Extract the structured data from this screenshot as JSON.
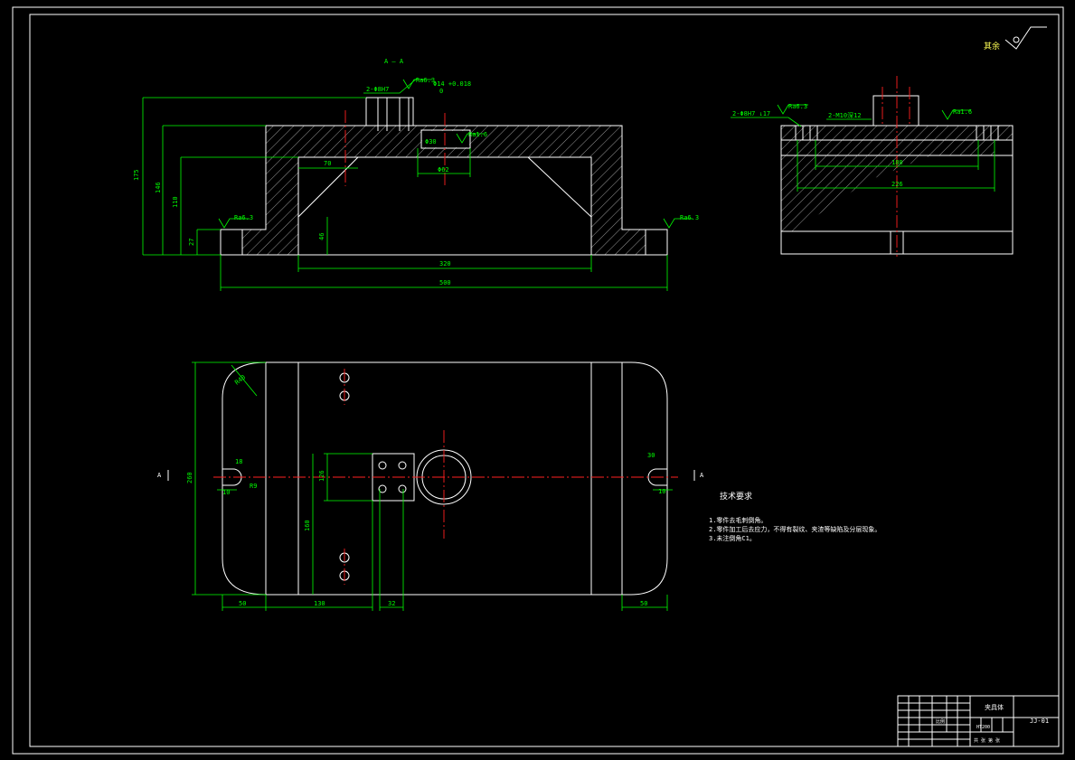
{
  "section_label": "A — A",
  "roughness_note": "其余",
  "surface_marks": {
    "top_left": "Ra6.3",
    "left_step": "Ra6.3",
    "right_step": "Ra6.3",
    "center": "Ra1.6",
    "side_left": "Ra6.3",
    "side_right": "Ra1.6"
  },
  "front_view": {
    "callout_holes": "2-Φ8H7",
    "callout_fit": "Φ14 +0.018",
    "callout_fit_lower": "0",
    "dim_overall_height": "175",
    "dim_146": "146",
    "dim_110": "110",
    "dim_27": "27",
    "dim_70": "70",
    "dim_62": "Φ62",
    "dim_46": "46",
    "dim_320": "320",
    "dim_500": "500",
    "dim_bore": "Φ30"
  },
  "side_view": {
    "callout_left": "2-Φ8H7 ↓17",
    "callout_right": "2-M10深12",
    "dim_180": "180",
    "dim_226": "226"
  },
  "plan_view": {
    "dim_radius": "R40",
    "dim_height": "260",
    "dim_126": "126",
    "dim_160": "160",
    "dim_r_slot": "R9",
    "dim_18": "18",
    "dim_10": "10",
    "dim_50_left": "50",
    "dim_130": "130",
    "dim_32": "32",
    "dim_50_right": "50",
    "dim_30": "30",
    "dim_10_right": "10",
    "section_marker": "A"
  },
  "tech_requirements": {
    "title": "技术要求",
    "items": [
      "1.零件去毛刺倒角。",
      "2.零件加工后去应力，不得有裂纹、夹渣等缺陷及分层现象。",
      "3.未注倒角C1。"
    ]
  },
  "title_block": {
    "part_name": "夹具体",
    "material": "HT200",
    "drawing_no": "JJ-01",
    "ratio_label": "比例",
    "sheet_label": "共 张 第 张"
  }
}
